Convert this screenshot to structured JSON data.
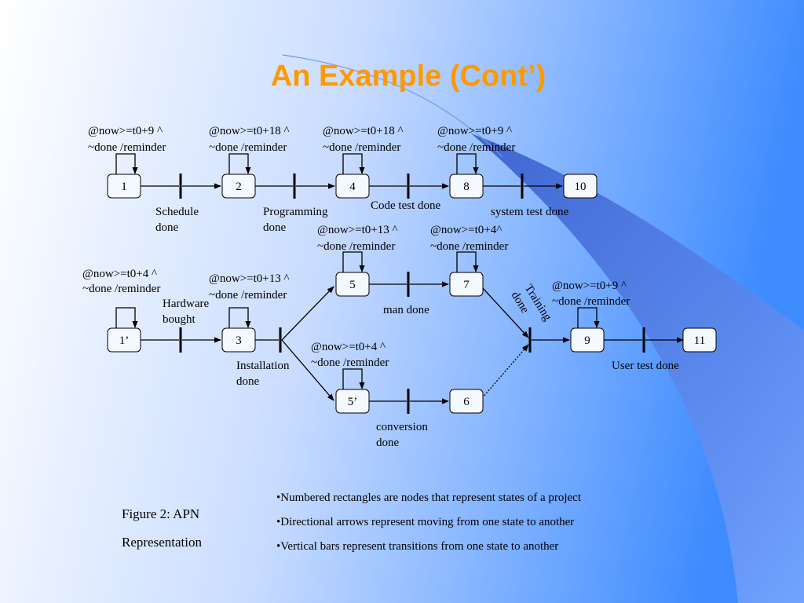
{
  "title": "An Example (Cont’)",
  "colors": {
    "title": "#ff9900",
    "bg_start": "#ffffff",
    "bg_end": "#3d8bff",
    "node_fill": "#f4f8ff"
  },
  "nodes": [
    {
      "id": "n1",
      "label": "1"
    },
    {
      "id": "n2",
      "label": "2"
    },
    {
      "id": "n4",
      "label": "4"
    },
    {
      "id": "n8",
      "label": "8"
    },
    {
      "id": "n10",
      "label": "10"
    },
    {
      "id": "n1p",
      "label": "1’"
    },
    {
      "id": "n3",
      "label": "3"
    },
    {
      "id": "n5",
      "label": "5"
    },
    {
      "id": "n7",
      "label": "7"
    },
    {
      "id": "n5p",
      "label": "5’"
    },
    {
      "id": "n6",
      "label": "6"
    },
    {
      "id": "n9",
      "label": "9"
    },
    {
      "id": "n11",
      "label": "11"
    }
  ],
  "annotations": {
    "a1": {
      "cond": "@now>=t0+9 ^",
      "action": "~done /reminder"
    },
    "a2": {
      "cond": "@now>=t0+18 ^",
      "action": "~done /reminder"
    },
    "a4": {
      "cond": "@now>=t0+18 ^",
      "action": "~done /reminder"
    },
    "a8": {
      "cond": "@now>=t0+9 ^",
      "action": "~done /reminder"
    },
    "a5": {
      "cond": "@now>=t0+13 ^",
      "action": "~done /reminder"
    },
    "a7": {
      "cond": "@now>=t0+4^",
      "action": "~done /reminder"
    },
    "a1p": {
      "cond": "@now>=t0+4 ^",
      "action": "~done /reminder"
    },
    "a3": {
      "cond": "@now>=t0+13 ^",
      "action": "~done /reminder"
    },
    "a9": {
      "cond": "@now>=t0+9 ^",
      "action": "~done /reminder"
    },
    "a5p": {
      "cond": "@now>=t0+4 ^",
      "action": "~done /reminder"
    }
  },
  "transitions": {
    "schedule": [
      "Schedule",
      "done"
    ],
    "programming": [
      "Programming",
      "done"
    ],
    "code_test": "Code test  done",
    "system_test": "system test  done",
    "hardware": [
      "Hardware",
      "bought"
    ],
    "installation": [
      "Installation",
      "done"
    ],
    "man": "man done",
    "training": [
      "Training",
      "done"
    ],
    "user_test": "User test done",
    "conversion": [
      "conversion",
      "done"
    ]
  },
  "figure_caption": [
    "Figure 2: APN",
    "Representation"
  ],
  "bullets": [
    "•Numbered rectangles are nodes that represent states of a project",
    "•Directional arrows represent moving from one state to another",
    "•Vertical bars represent transitions from one state to another"
  ]
}
